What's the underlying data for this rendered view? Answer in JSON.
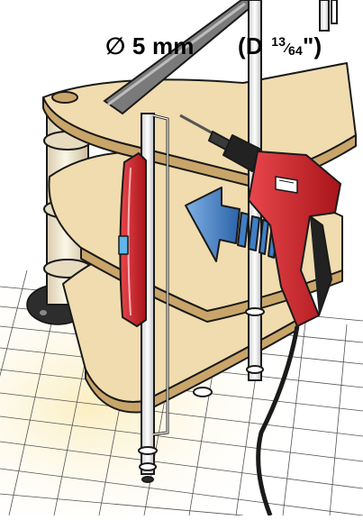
{
  "labels": {
    "diameter_symbol": "∅",
    "drill_size": "5 mm",
    "inch_prefix": "(D",
    "inch_numerator": "13",
    "inch_slash": "⁄",
    "inch_denominator": "64",
    "inch_suffix": "\")"
  },
  "colors": {
    "tread_wood": "#f0dcae",
    "tread_edge": "#c9a56a",
    "column": "#f4ecd0",
    "rail": "#f2f2f2",
    "outline": "#1a1a1a",
    "drill_red": "#d8232a",
    "drill_dark": "#2b2b2b",
    "arrow_blue": "#3f7fc6",
    "floor_grid": "#555555",
    "floor_glow": "#fbeec0"
  },
  "icons": {
    "drill": "power-drill-icon",
    "arrow": "direction-arrow-icon"
  }
}
